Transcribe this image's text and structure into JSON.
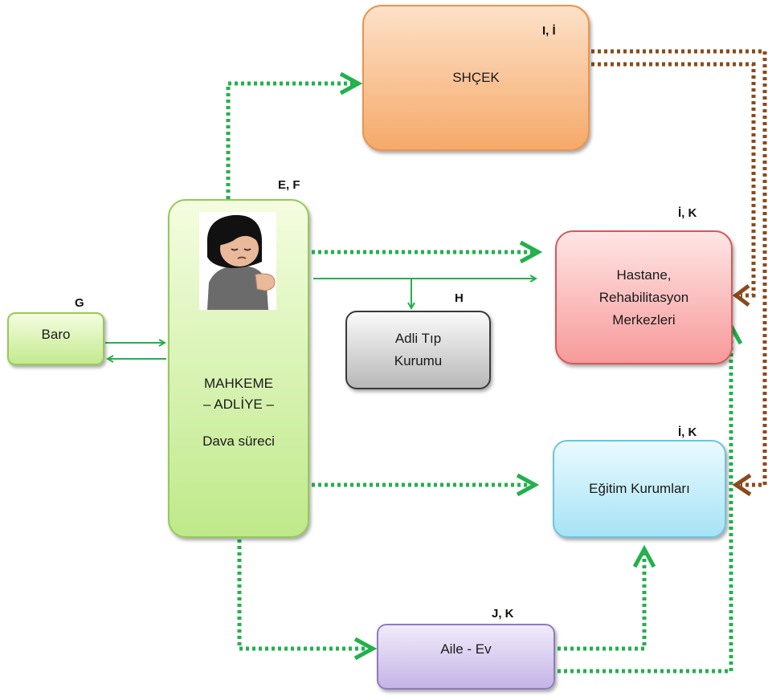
{
  "diagram": {
    "nodes": {
      "shcek": {
        "label": "SHÇEK",
        "tag": "I, İ",
        "color": "#f6a96a"
      },
      "mahkeme": {
        "lines": [
          "MAHKEME",
          "– ADLİYE –",
          "Dava süreci"
        ],
        "tag": "E, F",
        "color": "#bfe98a"
      },
      "baro": {
        "label": "Baro",
        "tag": "G",
        "color": "#c4ea8e"
      },
      "adli_tip": {
        "lines": [
          "Adli Tıp",
          "Kurumu"
        ],
        "tag": "H",
        "color": "#b8b8b8"
      },
      "hastane": {
        "lines": [
          "Hastane,",
          "Rehabilitasyon",
          "Merkezleri"
        ],
        "tag": "İ, K",
        "color": "#f79a9a"
      },
      "egitim": {
        "label": "Eğitim Kurumları",
        "tag": "İ, K",
        "color": "#a6e3f5"
      },
      "aile": {
        "label": "Aile - Ev",
        "tag": "J, K",
        "color": "#c4b4e6"
      }
    },
    "connectors": [
      {
        "from": "mahkeme",
        "to": "shcek",
        "style": "dotted",
        "color": "#22b14c"
      },
      {
        "from": "mahkeme",
        "to": "hastane",
        "style": "dotted",
        "color": "#22b14c"
      },
      {
        "from": "mahkeme",
        "to": "hastane",
        "style": "solid",
        "color": "#22b14c"
      },
      {
        "from": "mahkeme",
        "to": "adli_tip",
        "style": "solid",
        "color": "#22b14c"
      },
      {
        "from": "baro",
        "to": "mahkeme",
        "style": "solid",
        "color": "#22b14c"
      },
      {
        "from": "mahkeme",
        "to": "baro",
        "style": "solid",
        "color": "#22b14c"
      },
      {
        "from": "mahkeme",
        "to": "egitim",
        "style": "dotted",
        "color": "#22b14c"
      },
      {
        "from": "mahkeme",
        "to": "aile",
        "style": "dotted",
        "color": "#22b14c"
      },
      {
        "from": "aile",
        "to": "egitim",
        "style": "dotted",
        "color": "#22b14c"
      },
      {
        "from": "aile",
        "to": "hastane",
        "style": "dotted",
        "color": "#22b14c"
      },
      {
        "from": "shcek",
        "to": "hastane",
        "style": "dotted",
        "color": "#8b4a1c"
      },
      {
        "from": "shcek",
        "to": "egitim",
        "style": "dotted",
        "color": "#8b4a1c"
      }
    ],
    "illustration": "crying-child-icon"
  }
}
